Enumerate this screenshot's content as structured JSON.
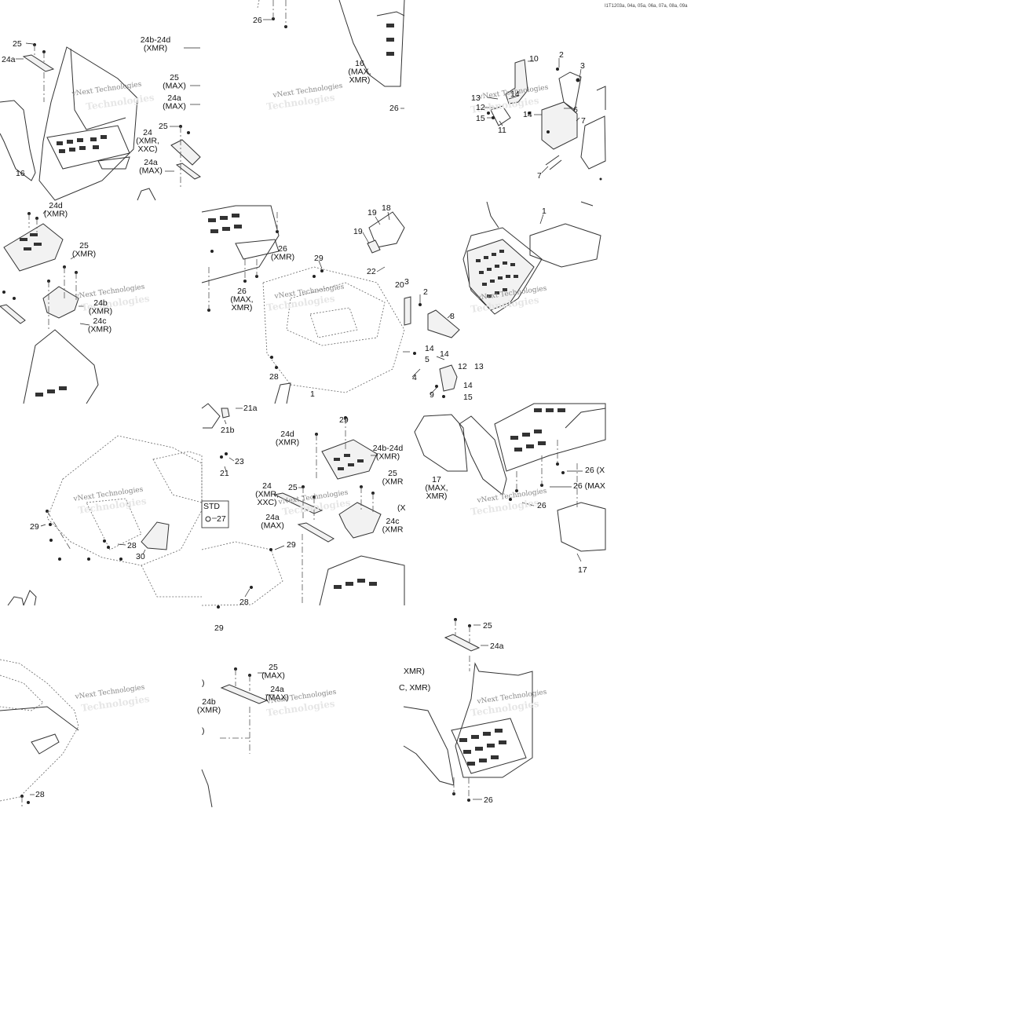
{
  "drawing_code": "I1T1203a, 04a, 05a, 06a, 07a, 08a, 09a",
  "watermark": {
    "line1": "vNext Technologies",
    "line2": "Technologies"
  },
  "tiles": [
    {
      "labels": [
        {
          "id": "t1-25",
          "lines": [
            "25"
          ]
        },
        {
          "id": "t1-24a",
          "lines": [
            "24a"
          ]
        },
        {
          "id": "t1-24b24d",
          "lines": [
            "24b-24d",
            "(XMR)"
          ]
        },
        {
          "id": "t1-25max",
          "lines": [
            "25",
            "(MAX)"
          ]
        },
        {
          "id": "t1-24amax",
          "lines": [
            "24a",
            "(MAX)"
          ]
        },
        {
          "id": "t1-24",
          "lines": [
            "24",
            "(XMR,",
            "XXC)"
          ]
        },
        {
          "id": "t1-25b",
          "lines": [
            "25"
          ]
        },
        {
          "id": "t1-24amax2",
          "lines": [
            "24a",
            "(MAX)"
          ]
        },
        {
          "id": "t1-16",
          "lines": [
            "16"
          ]
        }
      ]
    },
    {
      "labels": [
        {
          "id": "t2-26",
          "lines": [
            "26"
          ]
        },
        {
          "id": "t2-16",
          "lines": [
            "16",
            "(MAX,",
            "XMR)"
          ]
        },
        {
          "id": "t2-26b",
          "lines": [
            "26"
          ]
        }
      ]
    },
    {
      "labels": [
        {
          "id": "t3-10",
          "lines": [
            "10"
          ]
        },
        {
          "id": "t3-2",
          "lines": [
            "2"
          ]
        },
        {
          "id": "t3-3",
          "lines": [
            "3"
          ]
        },
        {
          "id": "t3-13",
          "lines": [
            "13"
          ]
        },
        {
          "id": "t3-14",
          "lines": [
            "14"
          ]
        },
        {
          "id": "t3-12",
          "lines": [
            "12"
          ]
        },
        {
          "id": "t3-6",
          "lines": [
            "6"
          ]
        },
        {
          "id": "t3-15",
          "lines": [
            "15"
          ]
        },
        {
          "id": "t3-14b",
          "lines": [
            "14"
          ]
        },
        {
          "id": "t3-7",
          "lines": [
            "7"
          ]
        },
        {
          "id": "t3-11",
          "lines": [
            "11"
          ]
        },
        {
          "id": "t3-7b",
          "lines": [
            "7"
          ]
        }
      ]
    },
    {
      "labels": [
        {
          "id": "t4-24d",
          "lines": [
            "24d",
            "(XMR)"
          ]
        },
        {
          "id": "t4-25",
          "lines": [
            "25",
            "(XMR)"
          ]
        },
        {
          "id": "t4-24b",
          "lines": [
            "24b",
            "(XMR)"
          ]
        },
        {
          "id": "t4-24c",
          "lines": [
            "24c",
            "(XMR)"
          ]
        }
      ]
    },
    {
      "labels": [
        {
          "id": "t5-19",
          "lines": [
            "19"
          ]
        },
        {
          "id": "t5-18",
          "lines": [
            "18"
          ]
        },
        {
          "id": "t5-19b",
          "lines": [
            "19"
          ]
        },
        {
          "id": "t5-26xmr",
          "lines": [
            "26",
            "(XMR)"
          ]
        },
        {
          "id": "t5-29",
          "lines": [
            "29"
          ]
        },
        {
          "id": "t5-22",
          "lines": [
            "22"
          ]
        },
        {
          "id": "t5-20",
          "lines": [
            "20"
          ]
        },
        {
          "id": "t5-3",
          "lines": [
            "3"
          ]
        },
        {
          "id": "t5-2",
          "lines": [
            "2"
          ]
        },
        {
          "id": "t5-26max",
          "lines": [
            "26",
            "(MAX,",
            "XMR)"
          ]
        },
        {
          "id": "t5-8",
          "lines": [
            "8"
          ]
        },
        {
          "id": "t5-14",
          "lines": [
            "14"
          ]
        },
        {
          "id": "t5-14b",
          "lines": [
            "14"
          ]
        },
        {
          "id": "t5-5",
          "lines": [
            "5"
          ]
        },
        {
          "id": "t5-12",
          "lines": [
            "12"
          ]
        },
        {
          "id": "t5-13",
          "lines": [
            "13"
          ]
        },
        {
          "id": "t5-28",
          "lines": [
            "28"
          ]
        },
        {
          "id": "t5-4",
          "lines": [
            "4"
          ]
        },
        {
          "id": "t5-14c",
          "lines": [
            "14"
          ]
        },
        {
          "id": "t5-9",
          "lines": [
            "9"
          ]
        },
        {
          "id": "t5-15",
          "lines": [
            "15"
          ]
        },
        {
          "id": "t5-1",
          "lines": [
            "1"
          ]
        }
      ]
    },
    {
      "labels": [
        {
          "id": "t6-1",
          "lines": [
            "1"
          ]
        }
      ]
    },
    {
      "labels": [
        {
          "id": "t7-29",
          "lines": [
            "29"
          ]
        },
        {
          "id": "t7-28",
          "lines": [
            "28"
          ]
        },
        {
          "id": "t7-30",
          "lines": [
            "30"
          ]
        }
      ]
    },
    {
      "labels": [
        {
          "id": "t8-21a",
          "lines": [
            "21a"
          ]
        },
        {
          "id": "t8-21b",
          "lines": [
            "21b"
          ]
        },
        {
          "id": "t8-29",
          "lines": [
            "29"
          ]
        },
        {
          "id": "t8-24d",
          "lines": [
            "24d",
            "(XMR)"
          ]
        },
        {
          "id": "t8-24b24d",
          "lines": [
            "24b-24d",
            "(XMR)"
          ]
        },
        {
          "id": "t8-23",
          "lines": [
            "23"
          ]
        },
        {
          "id": "t8-21",
          "lines": [
            "21"
          ]
        },
        {
          "id": "t8-25",
          "lines": [
            "25",
            "(XMR"
          ]
        },
        {
          "id": "t8-24",
          "lines": [
            "24",
            "(XMR,",
            "XXC)"
          ]
        },
        {
          "id": "t8-25b",
          "lines": [
            "25"
          ]
        },
        {
          "id": "t8-std",
          "lines": [
            "STD"
          ]
        },
        {
          "id": "t8-27",
          "lines": [
            "27"
          ]
        },
        {
          "id": "t8-24a",
          "lines": [
            "24a",
            "(MAX)"
          ]
        },
        {
          "id": "t8-x",
          "lines": [
            "(X"
          ]
        },
        {
          "id": "t8-24c",
          "lines": [
            "24c",
            "(XMR"
          ]
        },
        {
          "id": "t8-29b",
          "lines": [
            "29"
          ]
        },
        {
          "id": "t8-28",
          "lines": [
            "28"
          ]
        },
        {
          "id": "t8-29c",
          "lines": [
            "29"
          ]
        }
      ]
    },
    {
      "labels": [
        {
          "id": "t9-17",
          "lines": [
            "17",
            "(MAX,",
            "XMR)"
          ]
        },
        {
          "id": "t9-26x",
          "lines": [
            "26 (X"
          ]
        },
        {
          "id": "t9-26max",
          "lines": [
            "26 (MAX"
          ]
        },
        {
          "id": "t9-26",
          "lines": [
            "26"
          ]
        },
        {
          "id": "t9-17b",
          "lines": [
            "17"
          ]
        }
      ]
    },
    {
      "labels": [
        {
          "id": "t10-28",
          "lines": [
            "28"
          ]
        }
      ]
    },
    {
      "labels": [
        {
          "id": "t11-25",
          "lines": [
            "25",
            "(MAX)"
          ]
        },
        {
          "id": "t11-24a",
          "lines": [
            "24a",
            "(MAX)"
          ]
        },
        {
          "id": "t11-24b",
          "lines": [
            "24b",
            "(XMR)"
          ]
        },
        {
          "id": "t11-paren1",
          "lines": [
            ")"
          ]
        },
        {
          "id": "t11-paren2",
          "lines": [
            ")"
          ]
        }
      ]
    },
    {
      "labels": [
        {
          "id": "t12-25",
          "lines": [
            "25"
          ]
        },
        {
          "id": "t12-24a",
          "lines": [
            "24a"
          ]
        },
        {
          "id": "t12-xmr",
          "lines": [
            "XMR)"
          ]
        },
        {
          "id": "t12-xxc",
          "lines": [
            "C, XMR)"
          ]
        },
        {
          "id": "t12-26",
          "lines": [
            "26"
          ]
        }
      ]
    }
  ]
}
